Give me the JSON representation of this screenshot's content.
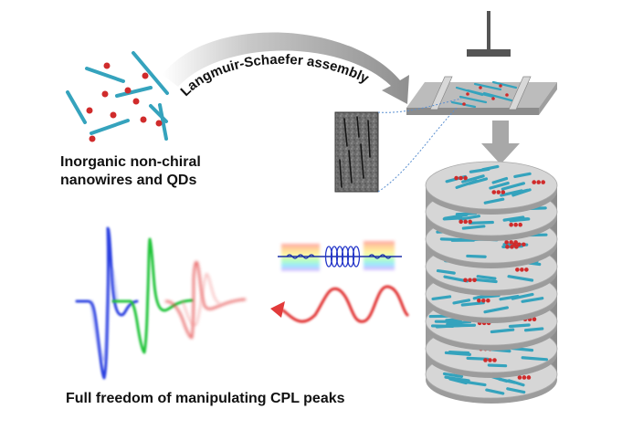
{
  "figure": {
    "arc_label": "Langmuir-Schaefer assembly",
    "materials_label_line1": "Inorganic non-chiral",
    "materials_label_line2": "nanowires and QDs",
    "bottom_caption": "Full freedom of manipulating CPL peaks"
  },
  "colors": {
    "nanowire": "#35a3bd",
    "quantum_dot": "#d02b2b",
    "arrow_gray": "#a8a8a8",
    "cpl_blue": "#2a3fe0",
    "cpl_green": "#24c43a",
    "cpl_red": "#e23a3a",
    "helix_blue": "#2436c9",
    "stack_disc": "#d6d6d6"
  },
  "icons": {
    "trough": "langmuir-trough-icon",
    "stack": "layered-film-stack-icon",
    "tem": "tem-micrograph",
    "helix": "chiral-helix-icon",
    "wave": "circularly-polarized-light-wave-icon"
  }
}
